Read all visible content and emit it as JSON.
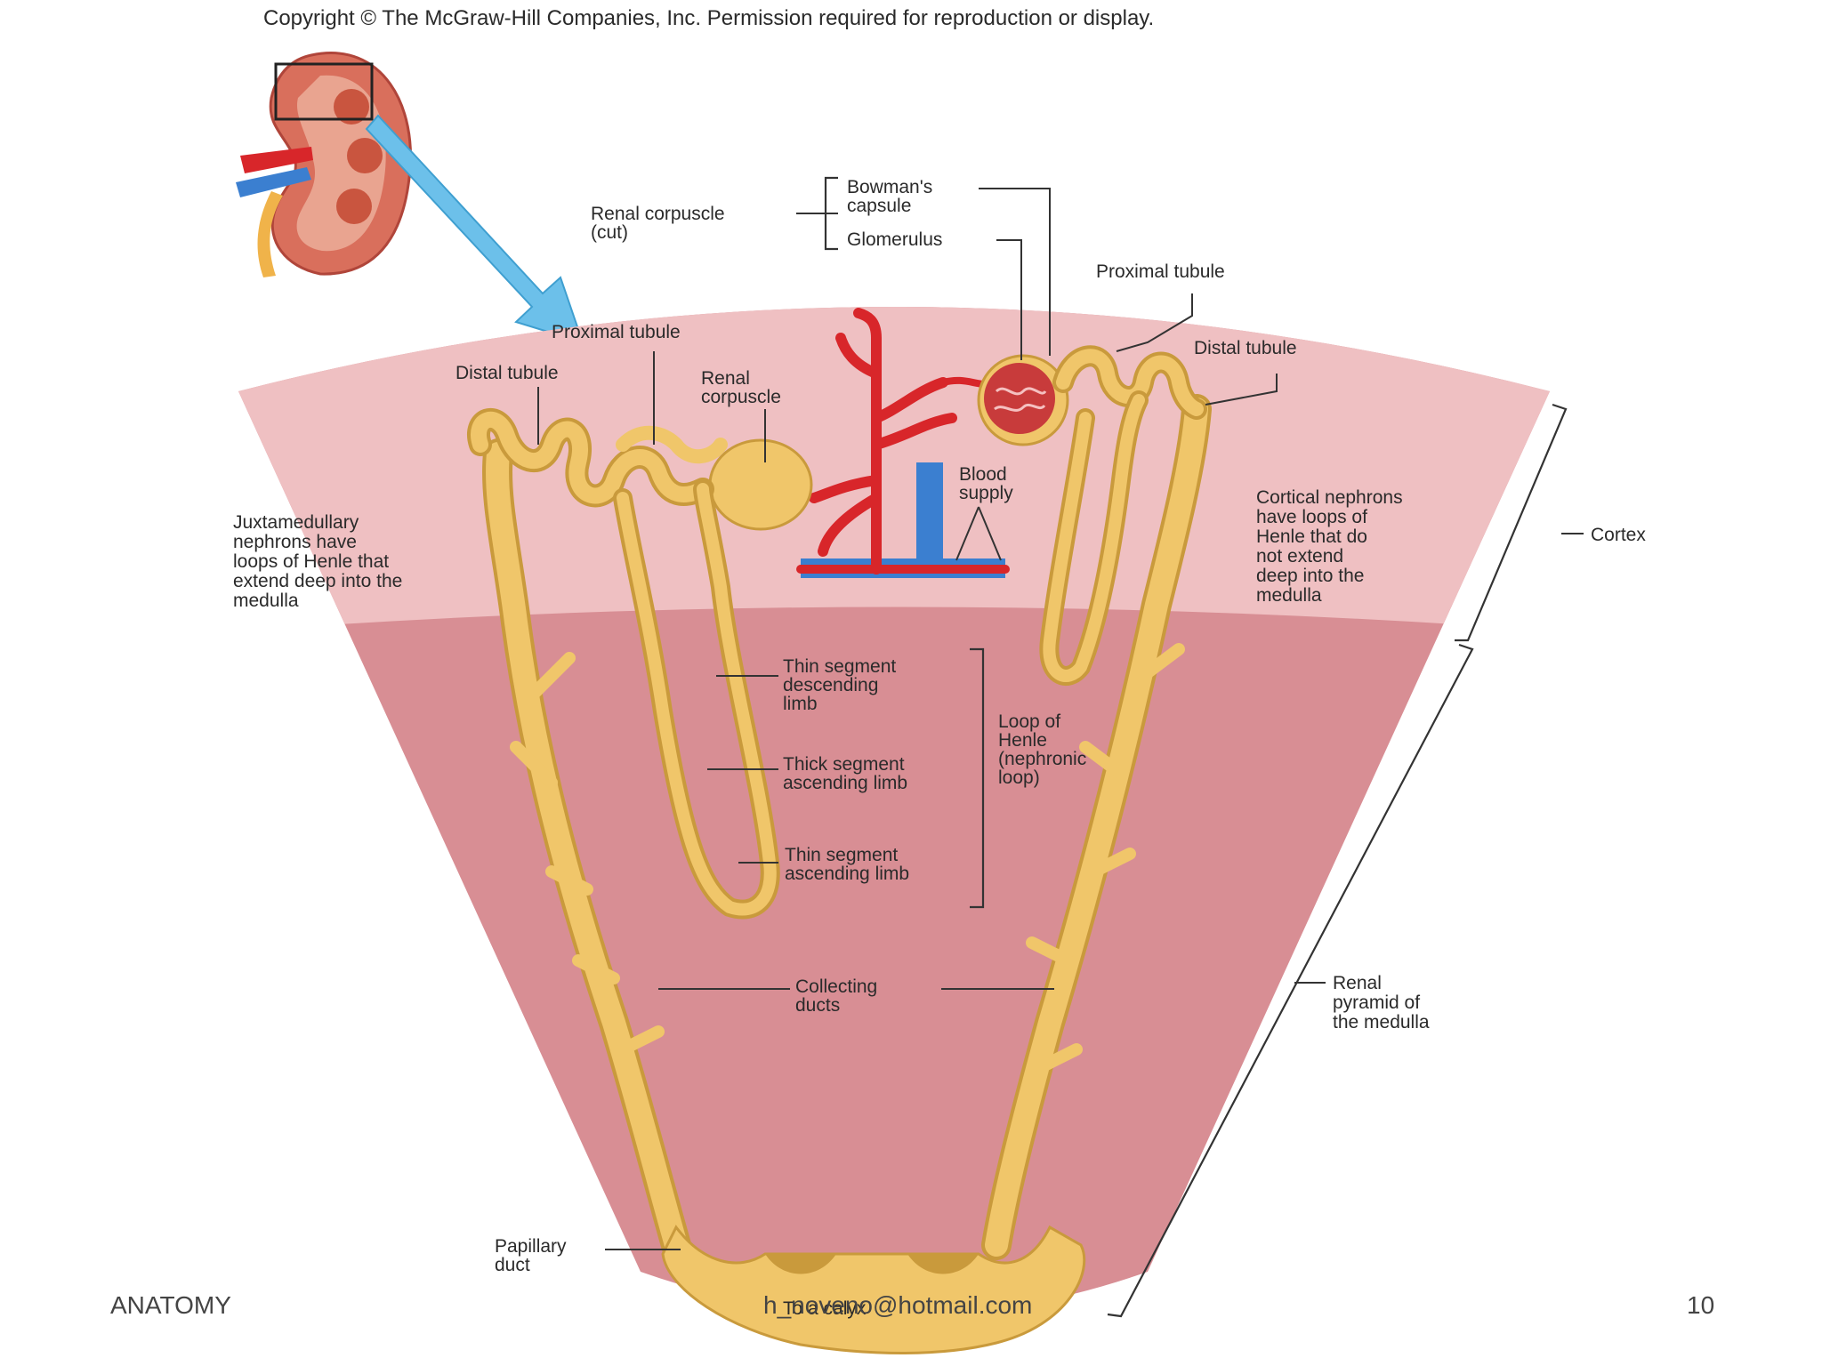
{
  "copyright": "Copyright © The McGraw-Hill Companies, Inc. Permission required for reproduction or display.",
  "labels": {
    "renal_corpuscle_cut": [
      "Renal corpuscle",
      "(cut)"
    ],
    "bowmans_capsule": [
      "Bowman's",
      "capsule"
    ],
    "glomerulus": "Glomerulus",
    "proximal_tubule_right": "Proximal tubule",
    "proximal_tubule_left": "Proximal tubule",
    "distal_tubule_left": "Distal tubule",
    "distal_tubule_right": "Distal tubule",
    "renal_corpuscle": [
      "Renal",
      "corpuscle"
    ],
    "blood_supply": [
      "Blood",
      "supply"
    ],
    "juxtamedullary": [
      "Juxtamedullary",
      "nephrons have",
      "loops of Henle that",
      "extend deep into the",
      "medulla"
    ],
    "cortical": [
      "Cortical nephrons",
      "have loops of",
      "Henle that do",
      "not extend",
      "deep into the",
      "medulla"
    ],
    "cortex": "Cortex",
    "thin_desc": [
      "Thin segment",
      "descending",
      "limb"
    ],
    "thick_asc": [
      "Thick segment",
      "ascending limb"
    ],
    "thin_asc": [
      "Thin segment",
      "ascending limb"
    ],
    "loop_of_henle": [
      "Loop of",
      "Henle",
      "(nephronic",
      "loop)"
    ],
    "collecting_ducts": [
      "Collecting",
      "ducts"
    ],
    "renal_pyramid": [
      "Renal",
      "pyramid of",
      "the medulla"
    ],
    "papillary_duct": [
      "Papillary",
      "duct"
    ],
    "to_calyx": "To a calyx"
  },
  "footer": {
    "left": "ANATOMY",
    "center": "h_noveno@hotmail.com",
    "right": "10"
  },
  "colors": {
    "cortex": "#efc0c2",
    "medulla": "#d88e94",
    "tubule": "#f0c66a",
    "tubule_dark": "#c99a3c",
    "artery": "#d8262a",
    "vein": "#3b7fd0",
    "arrow": "#6cc0ea"
  }
}
